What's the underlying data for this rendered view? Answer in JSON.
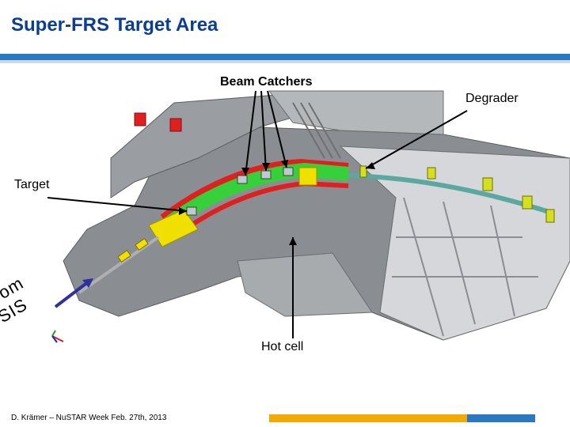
{
  "slide": {
    "title": "Super-FRS Target Area",
    "footer": "D. Krämer – NuSTAR Week Feb. 27th, 2013"
  },
  "labels": {
    "beam_catchers": "Beam Catchers",
    "degrader": "Degrader",
    "target": "Target",
    "hot_cell": "Hot cell",
    "from_sis": "from SIS"
  },
  "colors": {
    "title": "#0b3d91",
    "accent_blue": "#2a78bf",
    "accent_yellow": "#f2a900",
    "building_gray": "#8a8d91",
    "shield_red": "#e02020",
    "beamline_green": "#36d13a",
    "magnet_yellow": "#f0e000"
  }
}
